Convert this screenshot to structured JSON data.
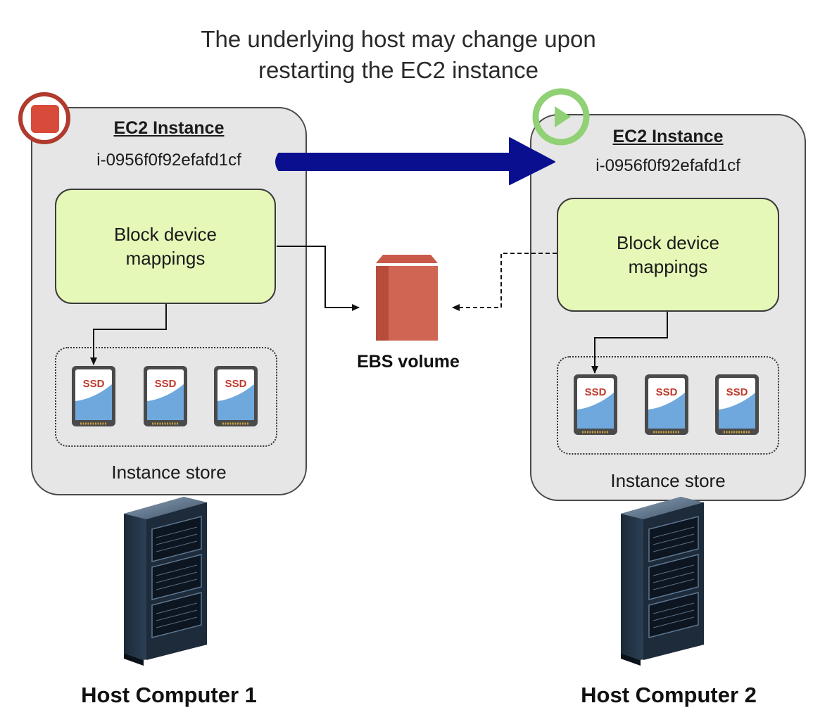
{
  "caption": {
    "line1": "The underlying host may change upon",
    "line2": "restarting the EC2 instance"
  },
  "instance_left": {
    "title": "EC2 Instance",
    "id": "i-0956f0f92efafd1cf",
    "block_device": "Block device mappings",
    "store_label": "Instance store",
    "ssd_label": "SSD",
    "state_icon": "stop-icon"
  },
  "instance_right": {
    "title": "EC2 Instance",
    "id": "i-0956f0f92efafd1cf",
    "block_device": "Block device mappings",
    "store_label": "Instance store",
    "ssd_label": "SSD",
    "state_icon": "play-icon"
  },
  "ebs": {
    "label": "EBS volume"
  },
  "hosts": {
    "left": "Host Computer 1",
    "right": "Host Computer 2"
  },
  "colors": {
    "stop": "#c0392b",
    "play": "#7dc464",
    "arrow": "#0a0f8f",
    "ebs": "#c95a4a",
    "bdm_fill": "#e6f8b8",
    "instance_fill": "#e6e6e6"
  }
}
